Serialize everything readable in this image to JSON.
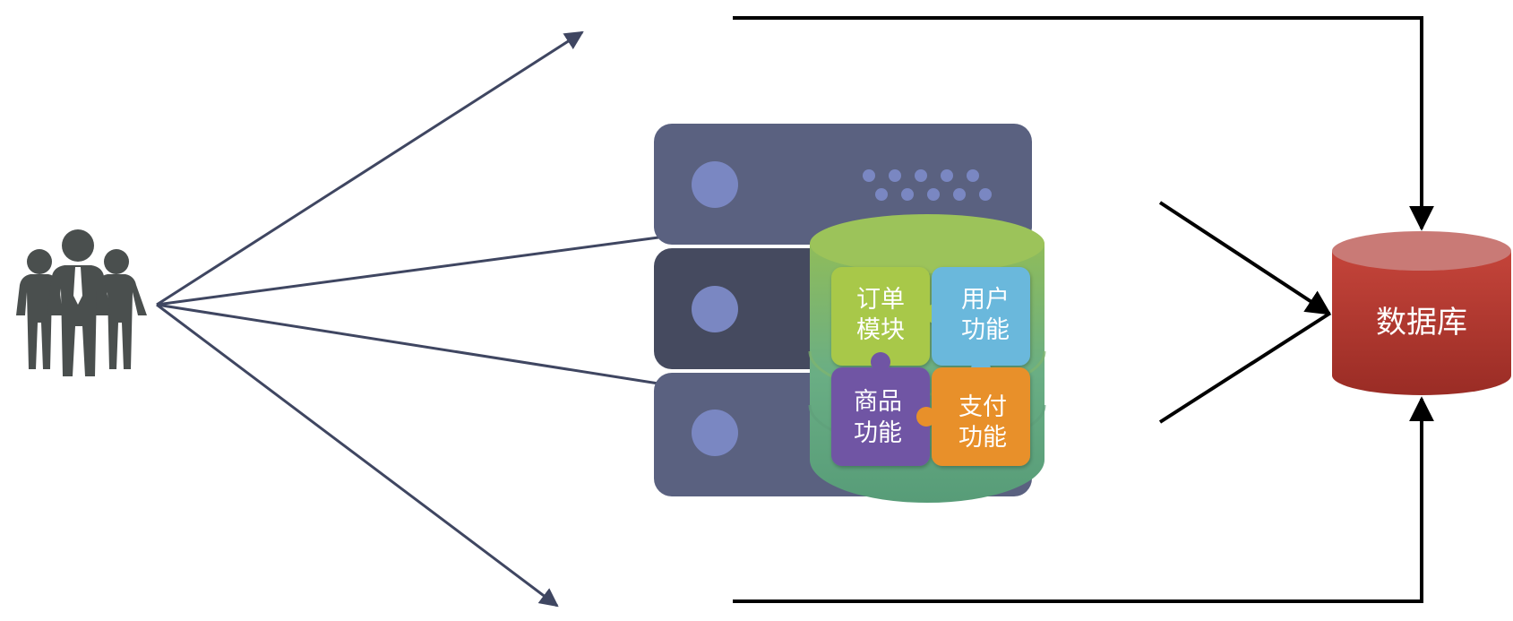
{
  "diagram": {
    "modules": {
      "order": {
        "line1": "订单",
        "line2": "模块",
        "color": "#a8c84a"
      },
      "user": {
        "line1": "用户",
        "line2": "功能",
        "color": "#6ab8dc"
      },
      "product": {
        "line1": "商品",
        "line2": "功能",
        "color": "#6f55a4"
      },
      "payment": {
        "line1": "支付",
        "line2": "功能",
        "color": "#e8902a"
      }
    },
    "database": {
      "label": "数据库",
      "color": "#b83a32"
    },
    "colors": {
      "server_unit": "#5a6180",
      "server_unit_dark": "#454a5f",
      "server_light": "#7a87c2",
      "arrow": "#3f4661",
      "connector": "#000000",
      "people": "#4a4f4e"
    }
  }
}
